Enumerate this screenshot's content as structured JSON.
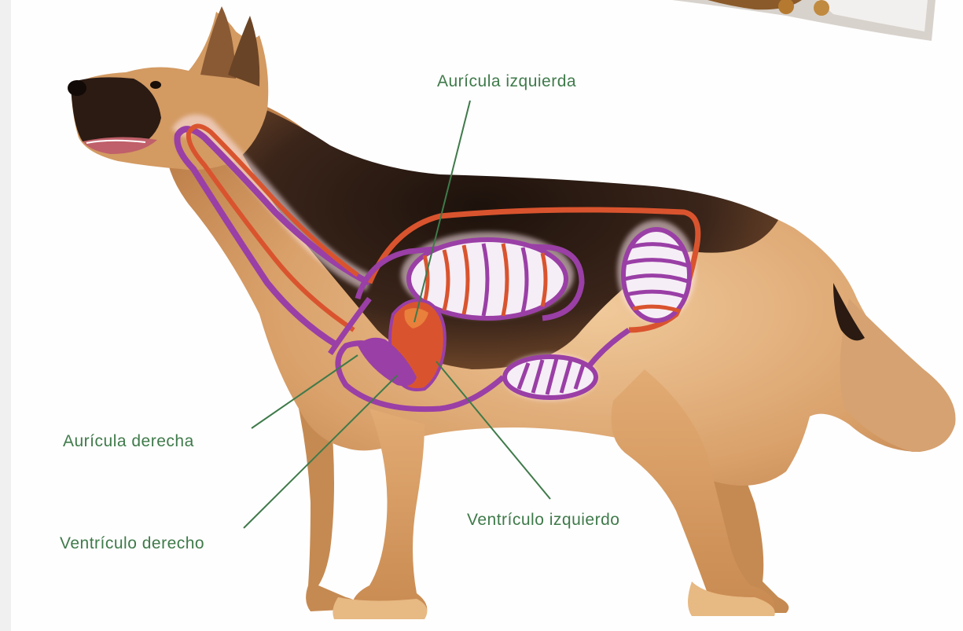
{
  "diagram": {
    "labels": {
      "auricula_izquierda": "Aurícula izquierda",
      "auricula_derecha": "Aurícula derecha",
      "ventriculo_izquierdo": "Ventrículo izquierdo",
      "ventriculo_derecho": "Ventrículo derecho"
    },
    "colors": {
      "fur_tan": "#d9a06a",
      "fur_dark": "#3a2418",
      "arterial": "#d9542e",
      "venous": "#9a3fa6",
      "leader_line": "#3f7a4a",
      "label_text": "#3f7a4a"
    }
  }
}
